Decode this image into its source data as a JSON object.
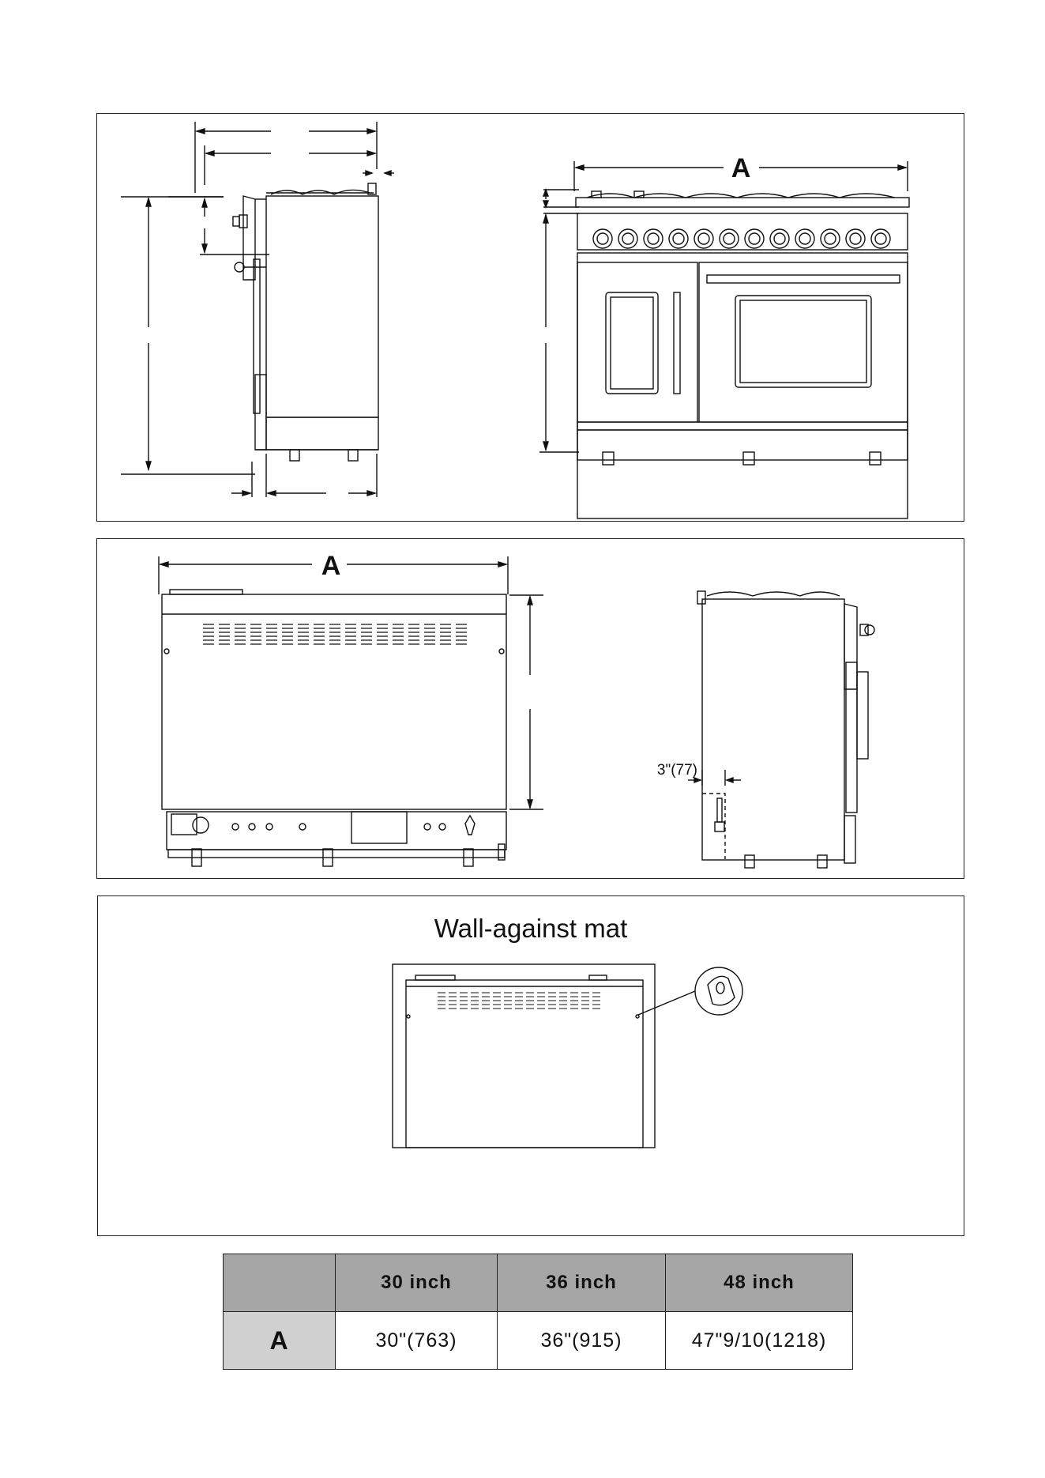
{
  "panel_top": {
    "front_label": "A"
  },
  "panel_middle": {
    "back_label": "A",
    "clearance_label": "3\"(77)"
  },
  "panel_mat": {
    "title": "Wall-against mat"
  },
  "size_table": {
    "columns": [
      "",
      "30 inch",
      "36 inch",
      "48 inch"
    ],
    "rows": [
      {
        "label": "A",
        "values": [
          "30\"(763)",
          "36\"(915)",
          "47\"9/10(1218)"
        ]
      }
    ]
  }
}
